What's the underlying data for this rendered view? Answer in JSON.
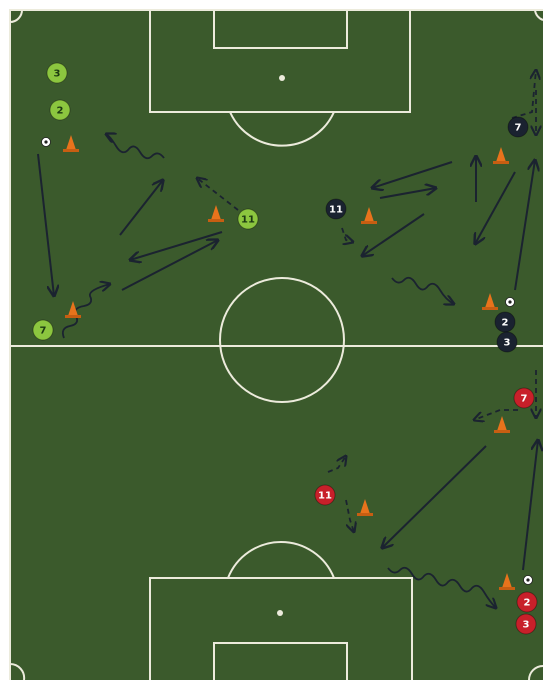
{
  "colors": {
    "pitch": "#3b5a2c",
    "pitch_dark": "#34502a",
    "line": "#ecebdc",
    "arrow": "#1b2330",
    "team_green": "#8cc63f",
    "team_green_text": "#1d3a12",
    "team_navy": "#1a2230",
    "team_navy_text": "#ffffff",
    "team_red": "#c8202a",
    "team_red_text": "#ffffff",
    "cone": "#e8731c",
    "ball": "#ffffff"
  },
  "players": [
    {
      "team": "green",
      "label": "3"
    },
    {
      "team": "green",
      "label": "2"
    },
    {
      "team": "green",
      "label": "11"
    },
    {
      "team": "green",
      "label": "7"
    },
    {
      "team": "navy",
      "label": "7"
    },
    {
      "team": "navy",
      "label": "11"
    },
    {
      "team": "navy",
      "label": "2"
    },
    {
      "team": "navy",
      "label": "3"
    },
    {
      "team": "red",
      "label": "7"
    },
    {
      "team": "red",
      "label": "11"
    },
    {
      "team": "red",
      "label": "2"
    },
    {
      "team": "red",
      "label": "3"
    }
  ],
  "icons": {
    "cone": "traffic-cone-icon",
    "ball": "soccer-ball-icon"
  }
}
